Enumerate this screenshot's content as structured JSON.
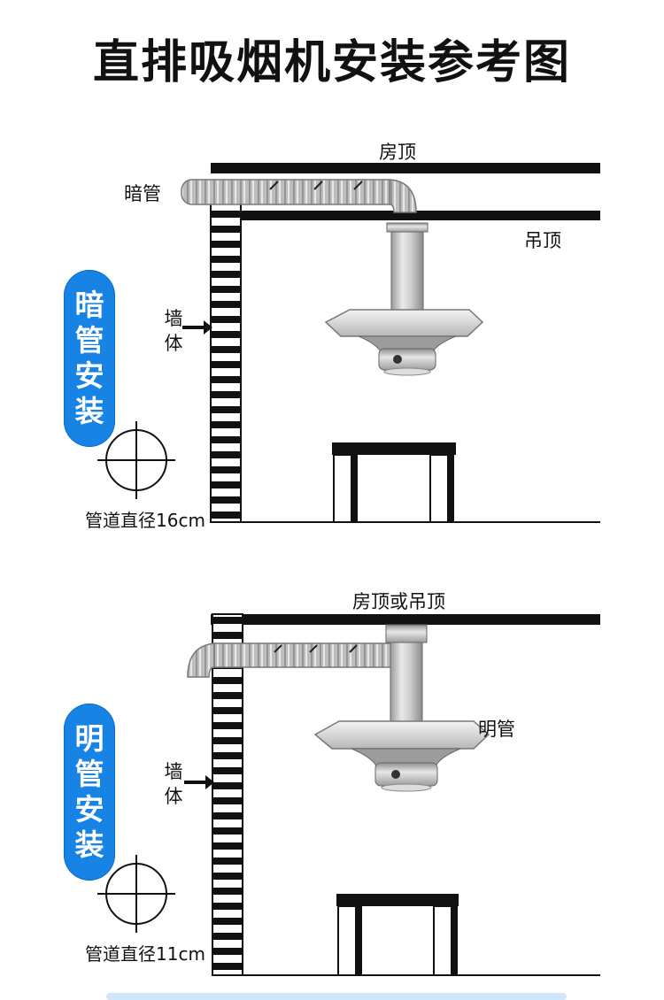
{
  "title": "直排吸烟机安装参考图",
  "section1": {
    "badge": [
      "暗",
      "管",
      "安",
      "装"
    ],
    "roof": "房顶",
    "hidden_pipe": "暗管",
    "ceiling": "吊顶",
    "wall": [
      "墙",
      "体"
    ],
    "diameter": "管道直径16cm"
  },
  "section2": {
    "badge": [
      "明",
      "管",
      "安",
      "装"
    ],
    "roof_or_ceiling": "房顶或吊顶",
    "exposed_pipe": "明管",
    "wall": [
      "墙",
      "体"
    ],
    "diameter": "管道直径11cm"
  },
  "colors": {
    "badge_blue": "#1683e5"
  }
}
